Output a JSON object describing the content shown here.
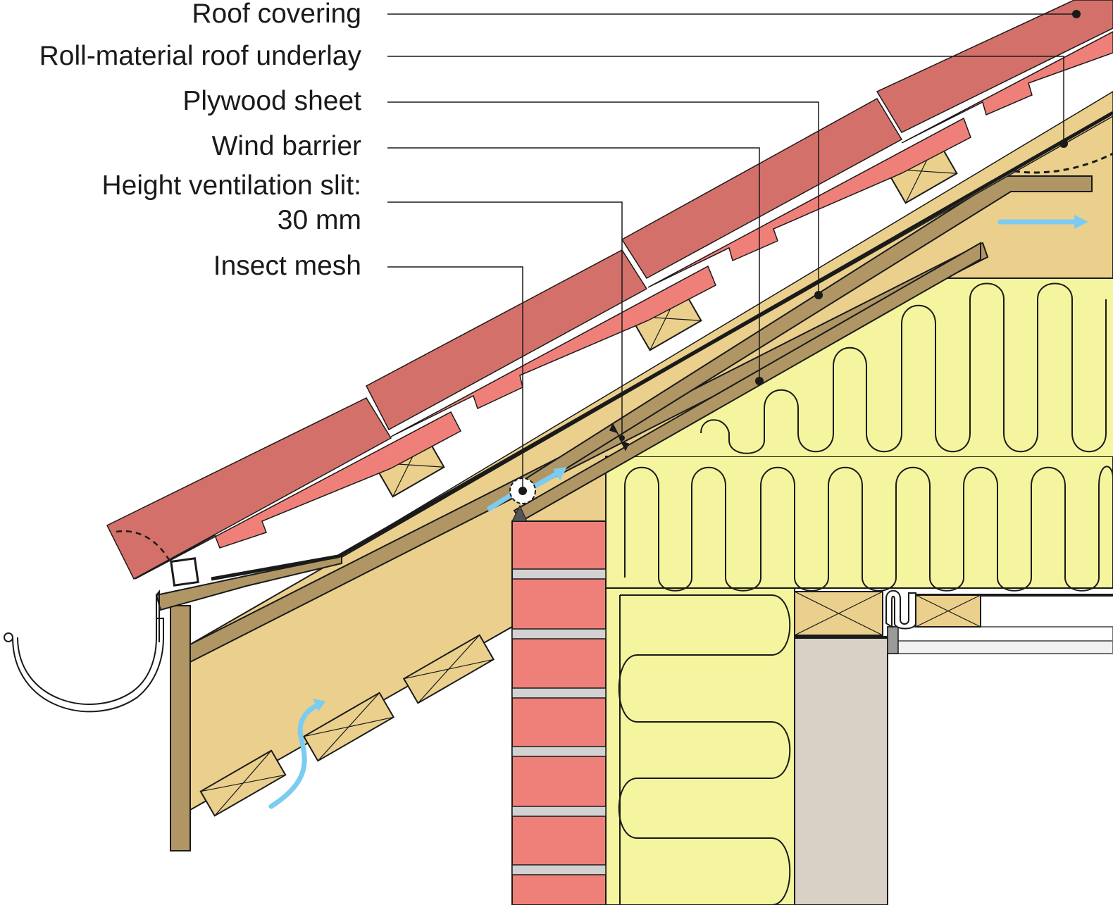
{
  "callouts": {
    "roof_covering": "Roof covering",
    "roof_underlay": "Roll-material roof underlay",
    "plywood_sheet": "Plywood sheet",
    "wind_barrier": "Wind barrier",
    "ventilation_slit_line1": "Height ventilation slit:",
    "ventilation_slit_line2": "30 mm",
    "insect_mesh": "Insect mesh"
  },
  "colors": {
    "roof_tile": "#d4706a",
    "tile_underside": "#ef8079",
    "timber": "#ead08c",
    "board": "#b09664",
    "insulation": "#f4f59e",
    "brick": "#ef8079",
    "mortar": "#cfcfcf",
    "plaster": "#d9d0c6",
    "airflow": "#7ccbf2",
    "line": "#1a1a1a"
  }
}
